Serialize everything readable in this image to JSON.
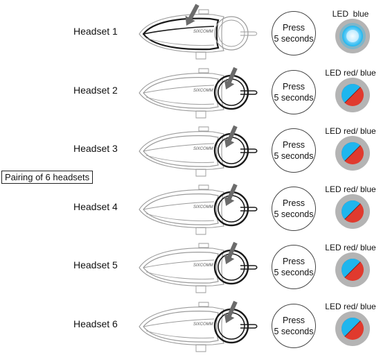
{
  "box_label": "Pairing of 6 headsets",
  "device_brand": "SIXCOMM",
  "rows": [
    {
      "headset": "Headset 1",
      "press_line1": "Press",
      "press_line2": "5 seconds",
      "led_label": "LED  blue",
      "led": "blue-glow",
      "arrow_target": "body"
    },
    {
      "headset": "Headset 2",
      "press_line1": "Press",
      "press_line2": "5 seconds",
      "led_label": "LED red/ blue",
      "led": "red-blue",
      "arrow_target": "knob"
    },
    {
      "headset": "Headset 3",
      "press_line1": "Press",
      "press_line2": "5 seconds",
      "led_label": "LED red/ blue",
      "led": "red-blue",
      "arrow_target": "knob"
    },
    {
      "headset": "Headset 4",
      "press_line1": "Press",
      "press_line2": "5 seconds",
      "led_label": "LED red/ blue",
      "led": "red-blue",
      "arrow_target": "knob"
    },
    {
      "headset": "Headset 5",
      "press_line1": "Press",
      "press_line2": "5 seconds",
      "led_label": "LED red/ blue",
      "led": "red-blue",
      "arrow_target": "knob"
    },
    {
      "headset": "Headset 6",
      "press_line1": "Press",
      "press_line2": "5 seconds",
      "led_label": "LED red/ blue",
      "led": "red-blue",
      "arrow_target": "knob"
    }
  ],
  "colors": {
    "led_blue": "#1fb6ee",
    "led_red": "#e03a2e",
    "led_ring": "#b4b4b4",
    "arrow": "#6b6b6b",
    "outline_dark": "#1a1a1a",
    "outline_light": "#9a9a9a"
  },
  "icons": {
    "arrow": "down-arrow-icon",
    "led": "led-indicator-icon"
  }
}
